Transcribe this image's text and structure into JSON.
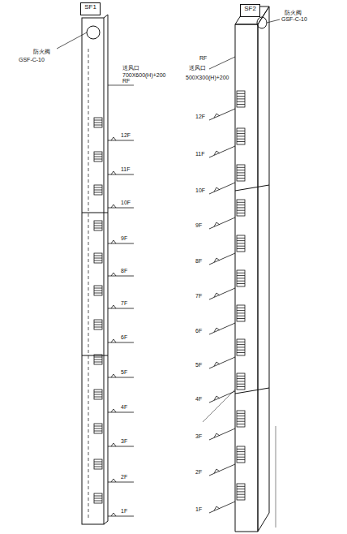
{
  "diagram": {
    "nodes": [
      {
        "text": [
          "SF1"
        ]
      },
      {
        "text": [
          "SF2"
        ]
      }
    ],
    "labels": [
      "防火阀",
      "GSF-C-10",
      "送风口",
      "700X600(H)+200",
      "RF",
      "12F",
      "11F",
      "10F",
      "9F",
      "8F",
      "7F",
      "6F",
      "5F",
      "4F",
      "3F",
      "2F",
      "1F",
      "防火阀",
      "GSF-C-10",
      "送风口",
      "500X300(H)+200",
      "RF",
      "12F",
      "11F",
      "10F",
      "9F",
      "8F",
      "7F",
      "6F",
      "5F",
      "4F",
      "3F",
      "2F",
      "1F"
    ]
  }
}
